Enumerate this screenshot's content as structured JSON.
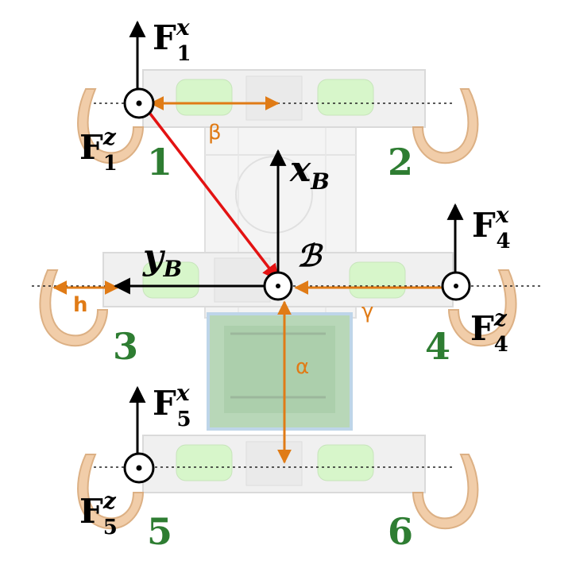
{
  "colors": {
    "background": "#ffffff",
    "leg_number": "#2e7d32",
    "orange": "#e07b16",
    "red_vector": "#e31212",
    "black": "#000000",
    "leg_fill": "#f0c8a0",
    "leg_stroke": "#d9a877",
    "green_pad": "#b8f0a0",
    "board": "#7fb87f",
    "board_border": "#8ab4d8",
    "frame": "#d7d7d7"
  },
  "forces": {
    "f1x": {
      "base": "F",
      "sub": "1",
      "sup": "x"
    },
    "f1z": {
      "base": "F",
      "sub": "1",
      "sup": "z"
    },
    "f4x": {
      "base": "F",
      "sub": "4",
      "sup": "x"
    },
    "f4z": {
      "base": "F",
      "sub": "4",
      "sup": "z"
    },
    "f5x": {
      "base": "F",
      "sub": "5",
      "sup": "x"
    },
    "f5z": {
      "base": "F",
      "sub": "5",
      "sup": "z"
    }
  },
  "axes": {
    "xb": {
      "base": "x",
      "sub": "B"
    },
    "yb": {
      "base": "y",
      "sub": "B"
    },
    "body_frame": "ℬ"
  },
  "legs": [
    "1",
    "2",
    "3",
    "4",
    "5",
    "6"
  ],
  "dimensions": {
    "alpha": "α",
    "beta": "β",
    "gamma": "γ",
    "h": "h"
  },
  "icons": {
    "out_of_plane": "dot-in-circle-icon",
    "arrow": "arrow-head-icon"
  }
}
